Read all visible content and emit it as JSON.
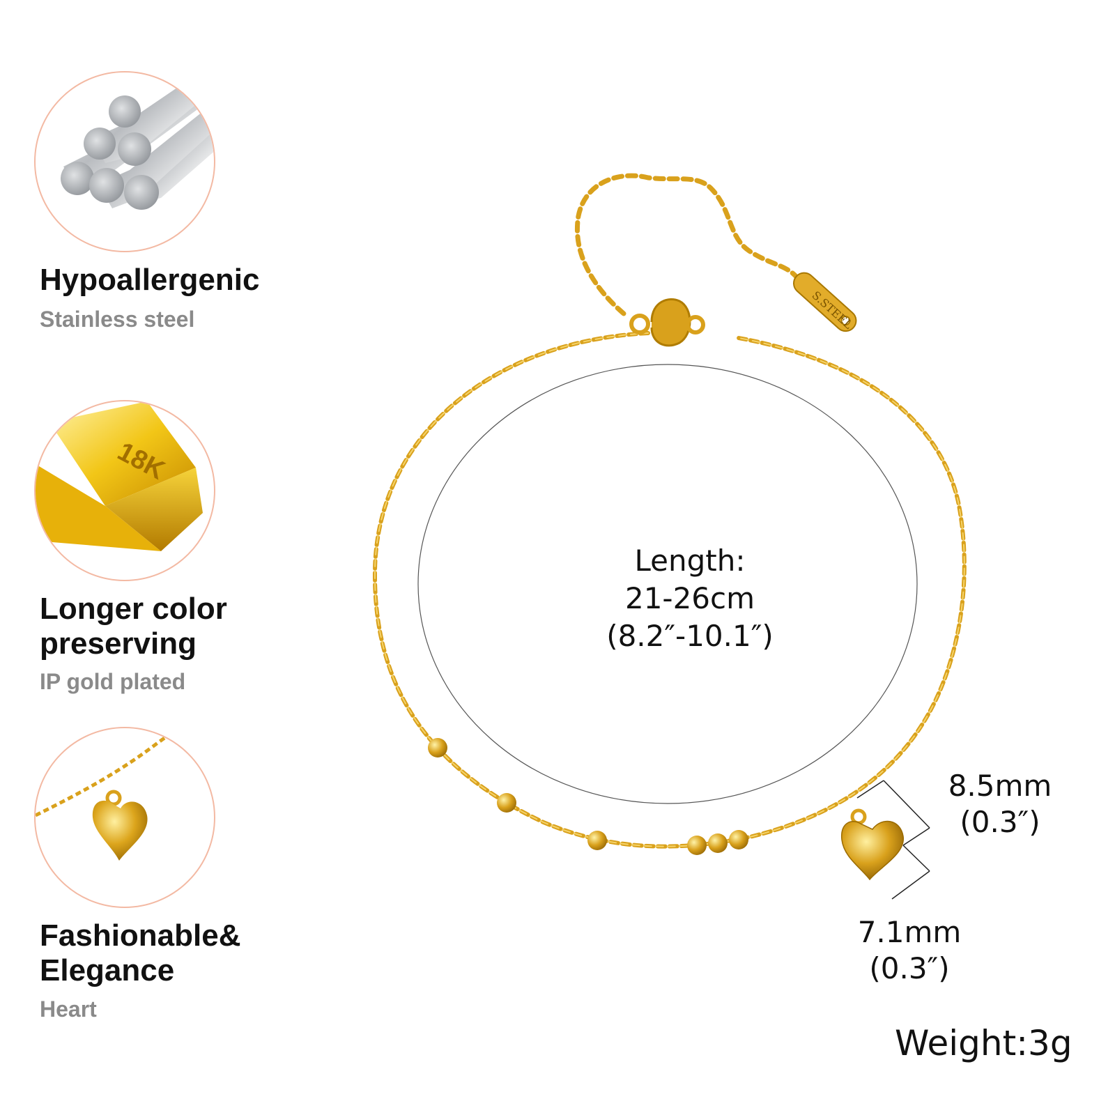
{
  "features": [
    {
      "icon": "steel-rods-icon",
      "title": "Hypoallergenic",
      "subtitle": "Stainless steel"
    },
    {
      "icon": "gold-bar-icon",
      "bar_label": "18K",
      "title_lines": [
        "Longer color",
        "preserving"
      ],
      "subtitle": "IP gold plated"
    },
    {
      "icon": "heart-charm-icon",
      "title_lines": [
        "Fashionable&",
        "Elegance"
      ],
      "subtitle": "Heart"
    }
  ],
  "product": {
    "tag_text": "S.STEEL",
    "length": {
      "label": "Length:",
      "metric": "21-26cm",
      "imperial": "(8.2″-10.1″)"
    },
    "charm_width": {
      "metric": "8.5mm",
      "imperial": "(0.3″)"
    },
    "charm_height": {
      "metric": "7.1mm",
      "imperial": "(0.3″)"
    },
    "weight": "Weight:3g"
  },
  "colors": {
    "gold": "#d9a11c",
    "circle_border": "#f3b9a3",
    "title": "#111111",
    "subtitle": "#8a8a8a"
  }
}
